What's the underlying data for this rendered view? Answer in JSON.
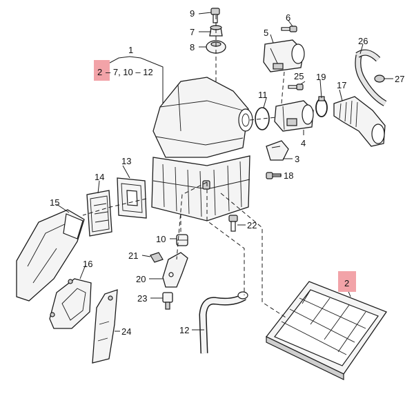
{
  "highlight_color": "#f2a3a8",
  "group_label": {
    "number": "1",
    "range_highlighted": "2",
    "range_rest": " – 7, 10 – 12"
  },
  "filter_label": "2",
  "callouts": {
    "c3": "3",
    "c4": "4",
    "c5": "5",
    "c6": "6",
    "c7": "7",
    "c8": "8",
    "c9": "9",
    "c10": "10",
    "c11": "11",
    "c12": "12",
    "c13": "13",
    "c14": "14",
    "c15": "15",
    "c16": "16",
    "c17": "17",
    "c18": "18",
    "c19": "19",
    "c20": "20",
    "c21": "21",
    "c22": "22",
    "c23": "23",
    "c24": "24",
    "c25": "25",
    "c26": "26",
    "c27": "27"
  }
}
